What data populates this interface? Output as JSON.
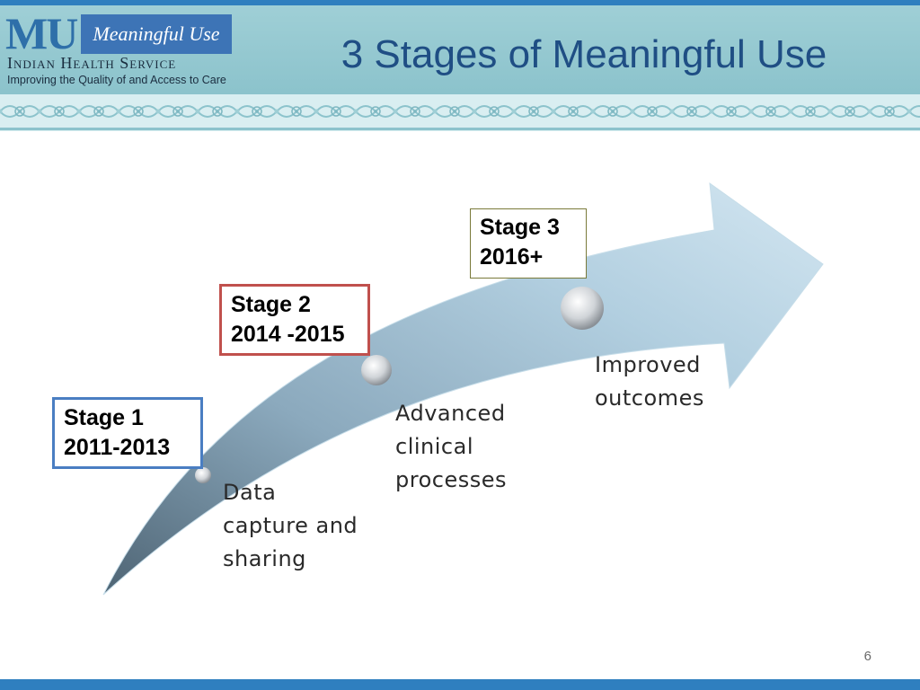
{
  "logo": {
    "mark": "MU",
    "badge": "Meaningful Use",
    "org": "Indian Health Service",
    "tagline": "Improving the Quality of and Access to Care"
  },
  "slide": {
    "title": "3 Stages of Meaningful Use",
    "page_number": "6"
  },
  "stages": [
    {
      "name": "Stage 1",
      "years": "2011-2013",
      "border_color": "#4a7ec2",
      "description": [
        "Data",
        "capture and",
        "sharing"
      ]
    },
    {
      "name": "Stage 2",
      "years": "2014 -2015",
      "border_color": "#c0504d",
      "description": [
        "Advanced",
        "clinical",
        "processes"
      ]
    },
    {
      "name": "Stage 3",
      "years": "2016+",
      "border_color": "#7a7a3a",
      "description": [
        "Improved",
        "outcomes"
      ]
    }
  ],
  "colors": {
    "header_bg": "#8cc3cc",
    "accent_blue": "#2f7fbf",
    "title_color": "#1f4e84"
  }
}
